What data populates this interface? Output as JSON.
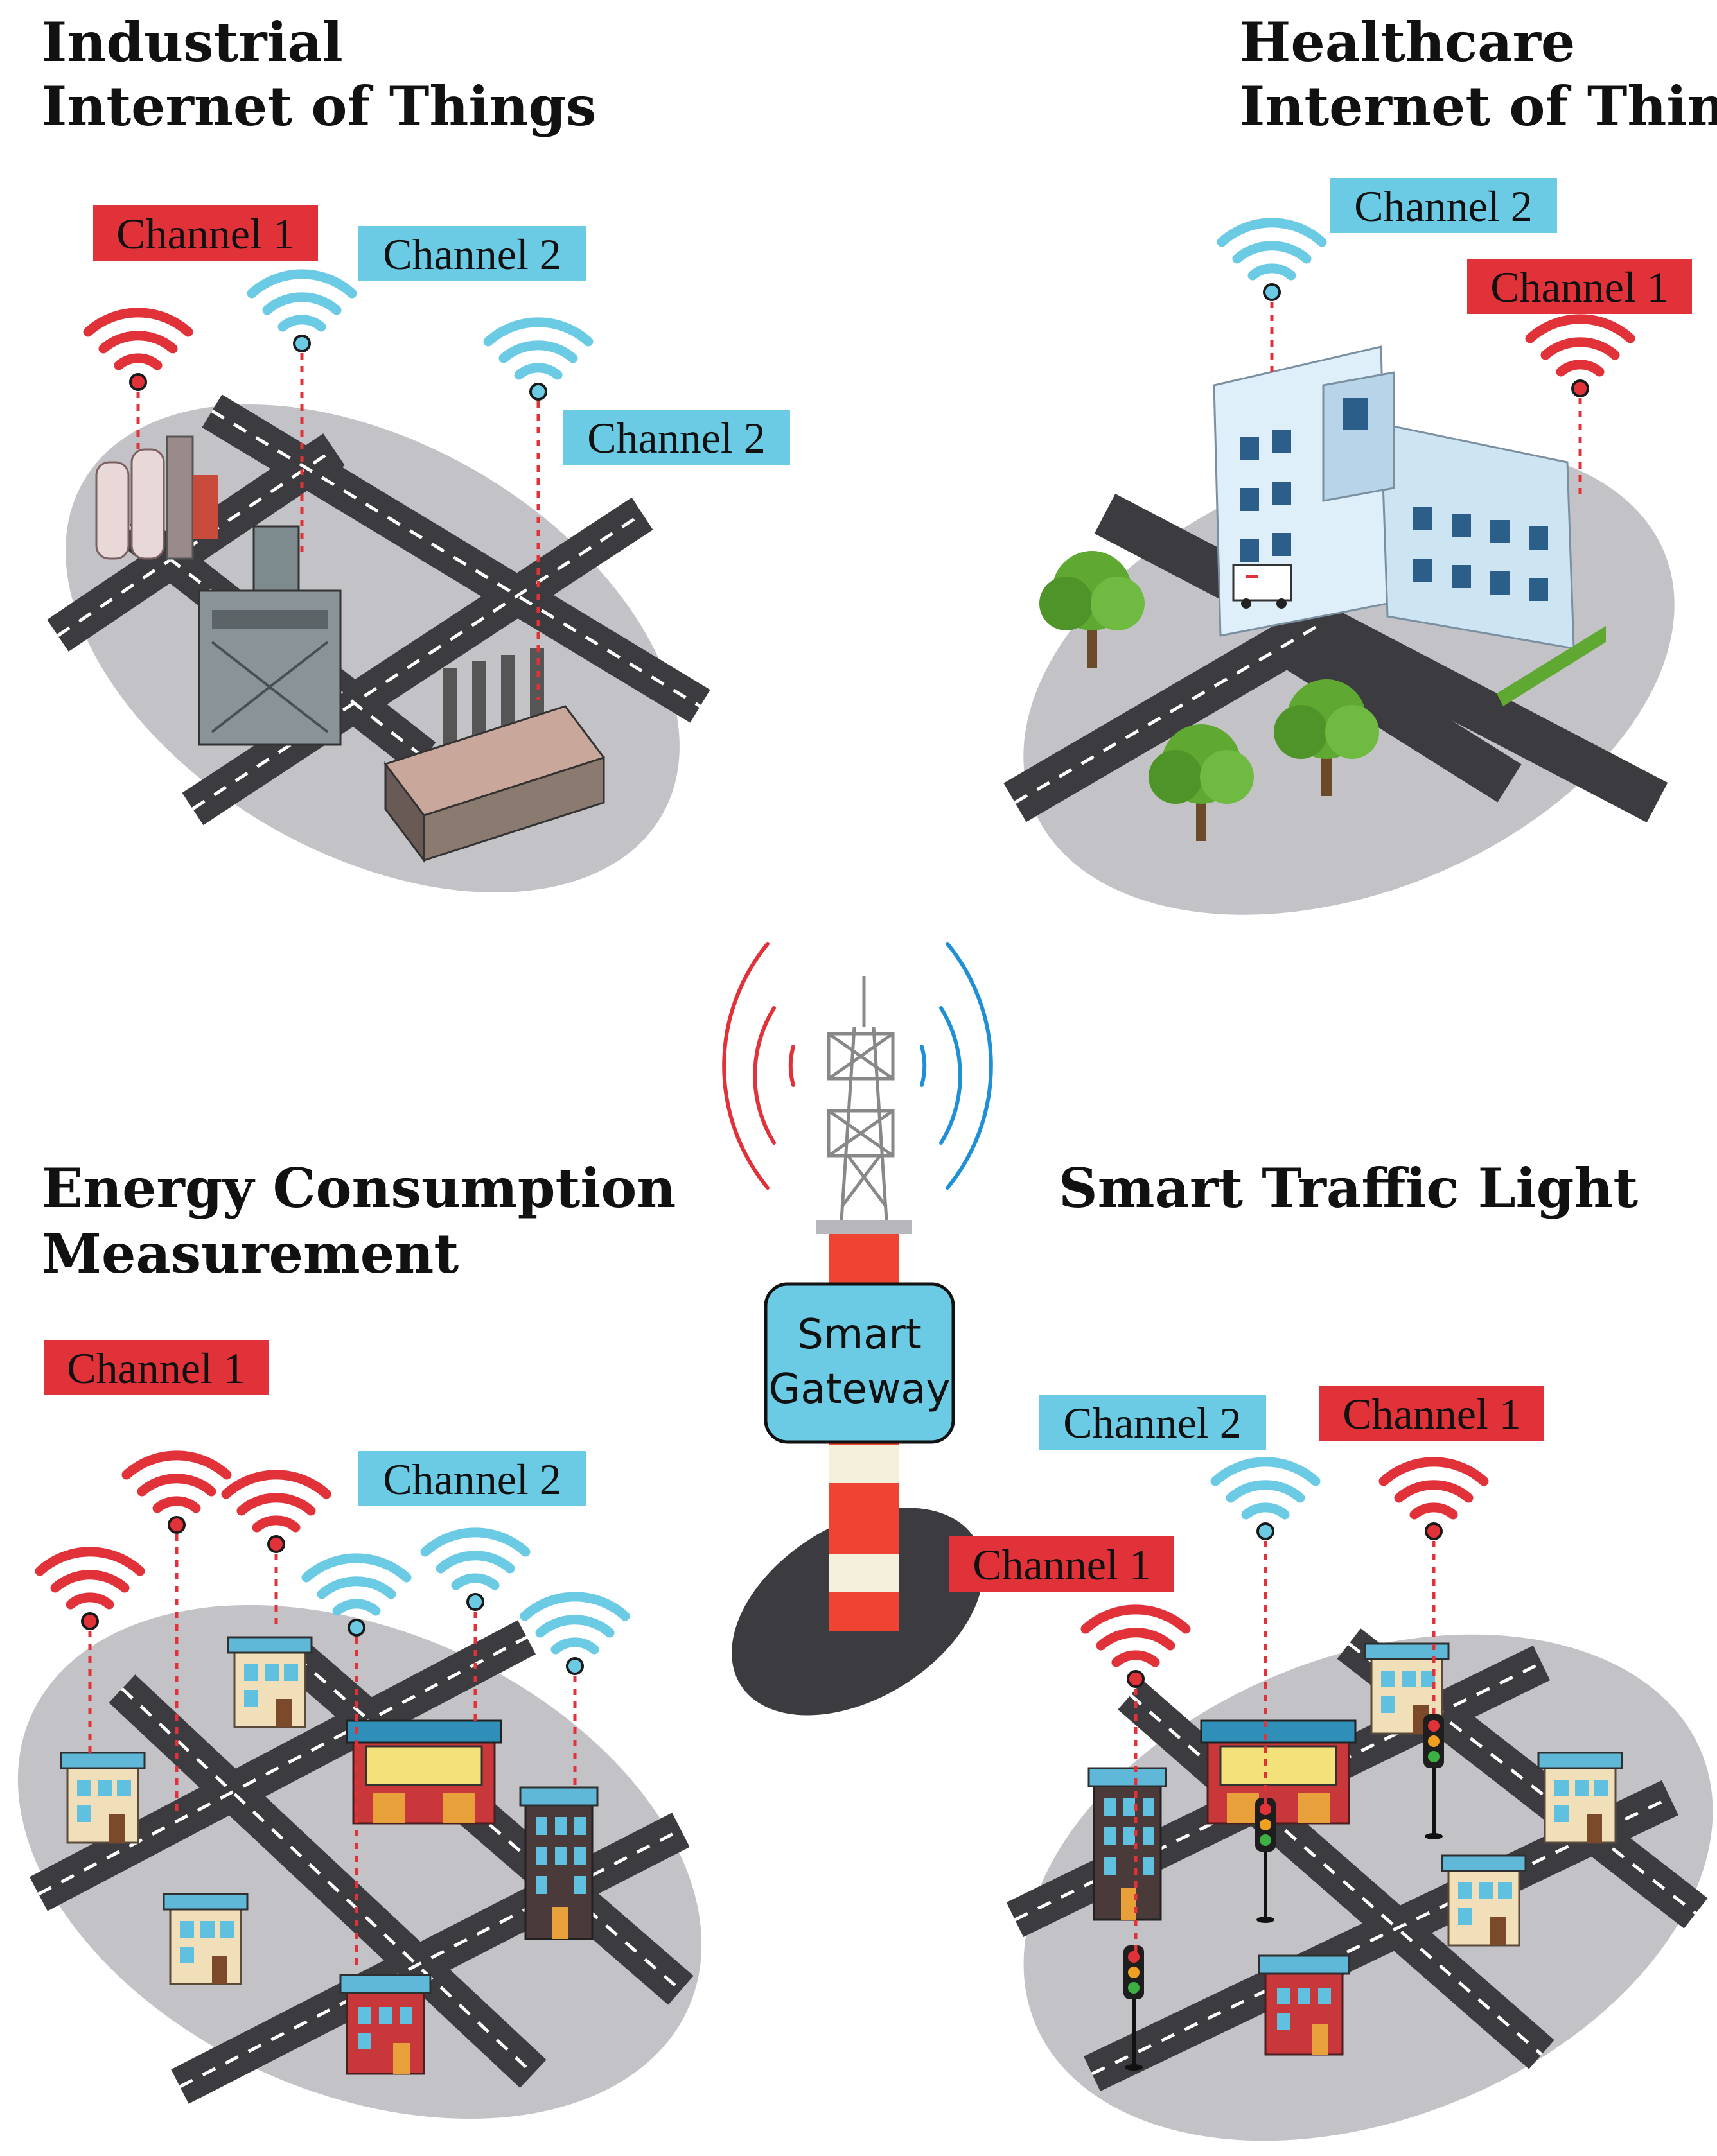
{
  "titles": {
    "industrial_line1": "Industrial",
    "industrial_line2": "Internet of Things",
    "healthcare_line1": "Healthcare",
    "healthcare_line2": "Internet of Things",
    "energy_line1": "Energy Consumption",
    "energy_line2": "Measurement",
    "traffic": "Smart Traffic Light"
  },
  "channels": {
    "ch1": "Channel 1",
    "ch2": "Channel 2"
  },
  "gateway": {
    "line1": "Smart",
    "line2": "Gateway"
  },
  "colors": {
    "channel1": "#e03238",
    "channel2": "#6ccbe4",
    "ground": "#c3c3c7",
    "road": "#3c3c40",
    "gateway_box": "#6ccbe4",
    "tower_red": "#ef4433",
    "tower_cream": "#f5f0dc",
    "tree": "#5fa832",
    "hospital": "#dfeffa"
  },
  "icons": [
    "wifi-icon",
    "tower-icon",
    "factory-icon",
    "hospital-icon",
    "house-icon",
    "traffic-light-icon",
    "tree-icon",
    "ambulance-icon"
  ]
}
